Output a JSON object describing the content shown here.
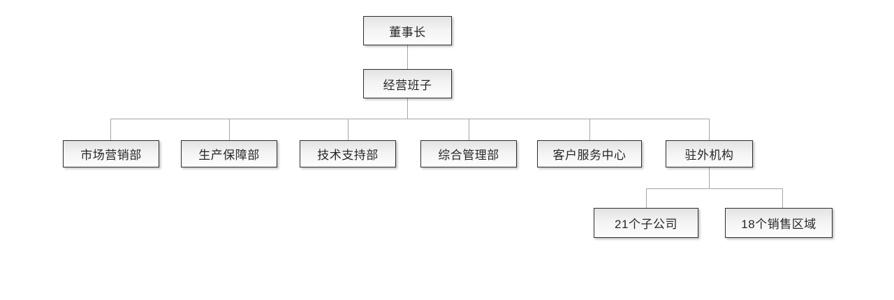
{
  "diagram": {
    "type": "org-chart",
    "tree": {
      "label": "董事长",
      "children": [
        {
          "label": "经营班子",
          "children": [
            {
              "label": "市场营销部"
            },
            {
              "label": "生产保障部"
            },
            {
              "label": "技术支持部"
            },
            {
              "label": "综合管理部"
            },
            {
              "label": "客户服务中心"
            },
            {
              "label": "驻外机构",
              "children": [
                {
                  "label": "21个子公司"
                },
                {
                  "label": "18个销售区域"
                }
              ]
            }
          ]
        }
      ]
    },
    "colors": {
      "background": "#ffffff",
      "box_border": "#2d2d2d",
      "box_gradient_top": "#e3e3e3",
      "box_gradient_bottom": "#fdfdfd",
      "connector": "#a6a6a6",
      "text": "#262626"
    }
  }
}
